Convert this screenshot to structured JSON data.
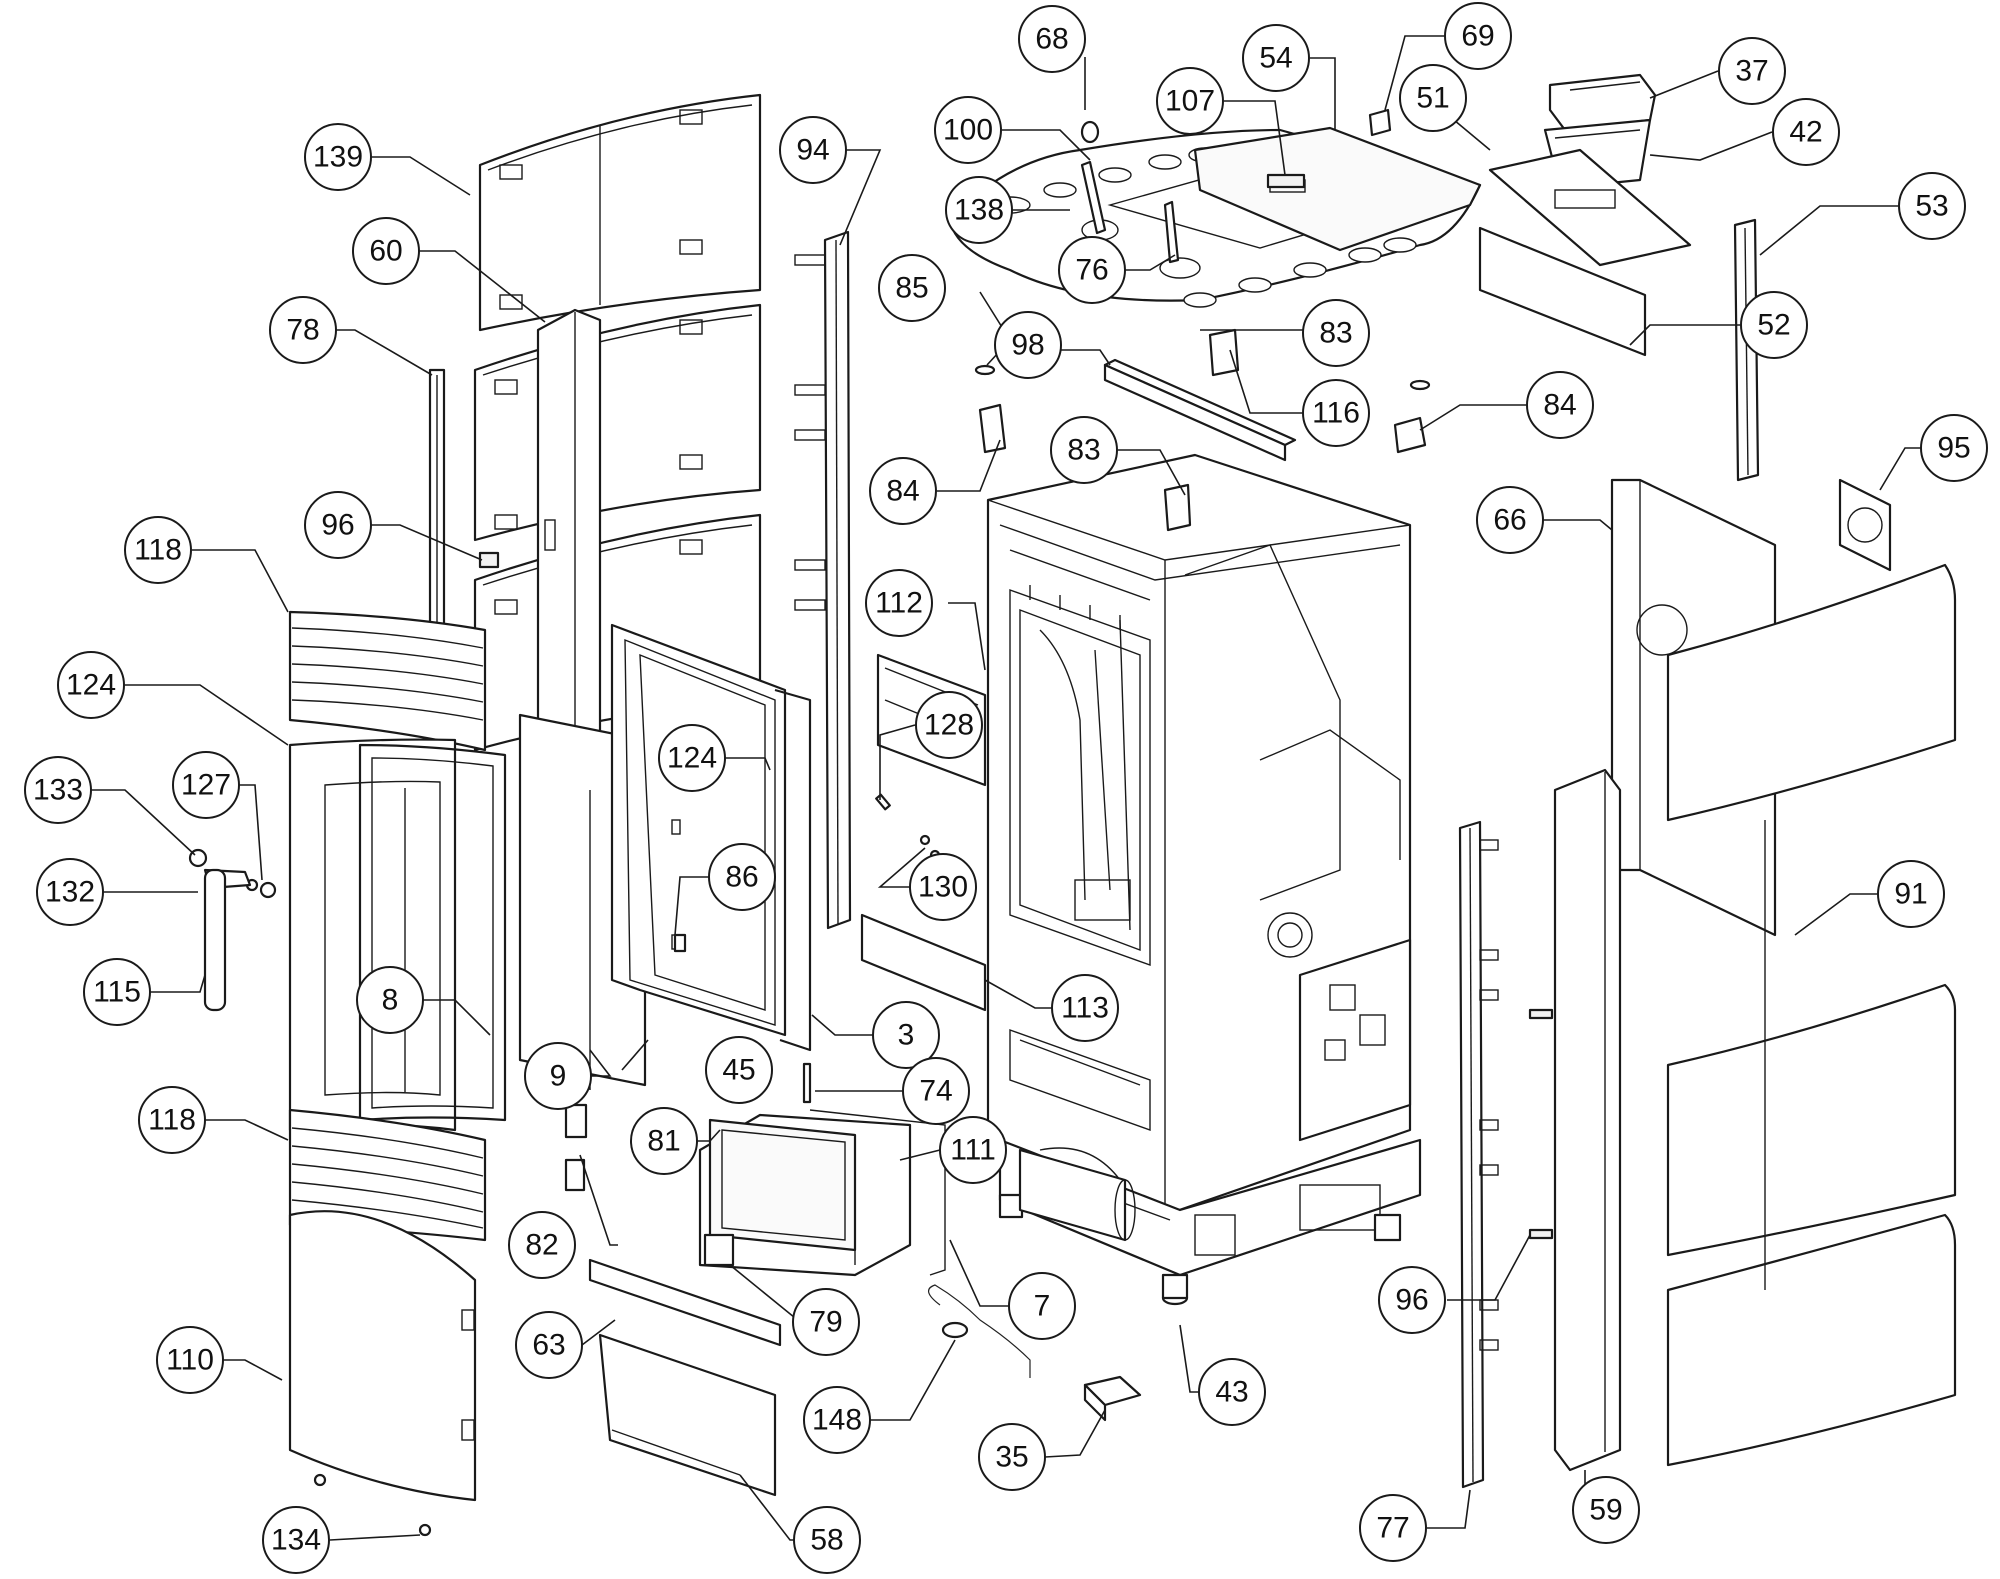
{
  "diagram": {
    "type": "exploded-parts-view",
    "callouts": [
      "139",
      "60",
      "78",
      "96",
      "118",
      "124",
      "133",
      "127",
      "132",
      "115",
      "8",
      "118",
      "110",
      "134",
      "94",
      "138",
      "100",
      "68",
      "107",
      "54",
      "69",
      "51",
      "37",
      "42",
      "53",
      "52",
      "76",
      "85",
      "98",
      "83",
      "116",
      "84",
      "84",
      "83",
      "112",
      "128",
      "124",
      "86",
      "130",
      "9",
      "45",
      "3",
      "74",
      "113",
      "81",
      "111",
      "82",
      "79",
      "7",
      "63",
      "148",
      "35",
      "58",
      "66",
      "95",
      "91",
      "43",
      "96",
      "77",
      "59"
    ]
  }
}
